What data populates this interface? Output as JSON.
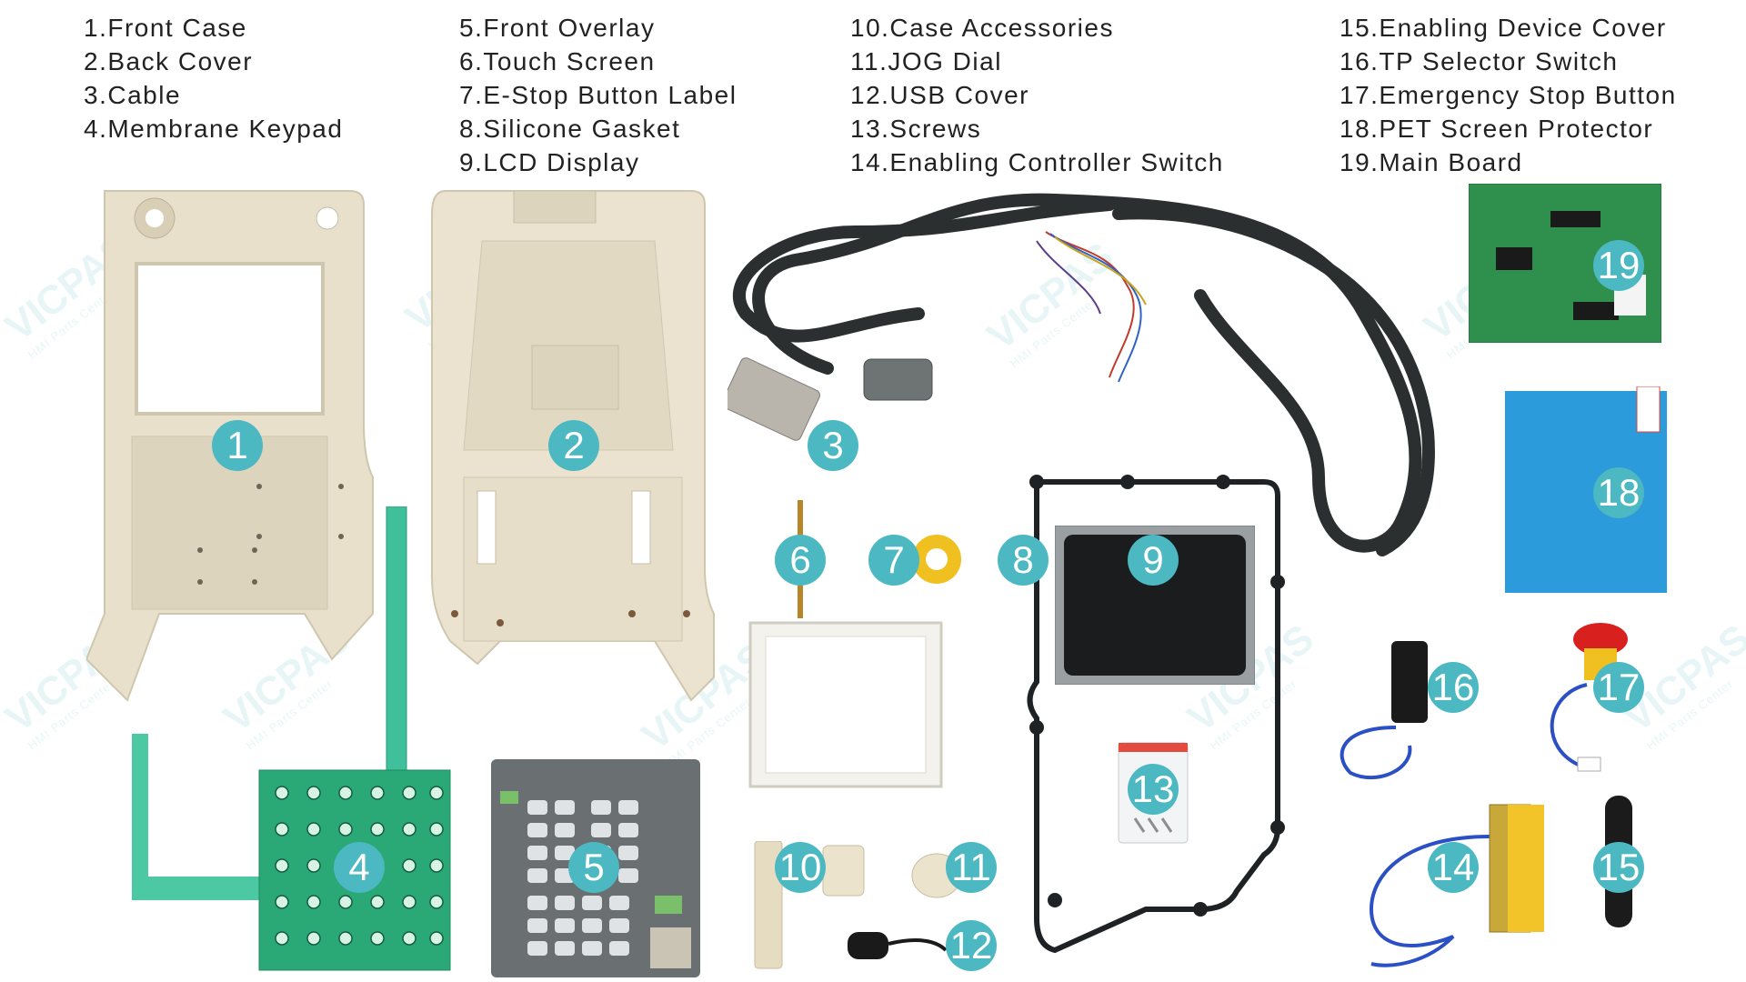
{
  "legend": {
    "col1": [
      "1.Front Case",
      "2.Back Cover",
      "3.Cable",
      "4.Membrane Keypad"
    ],
    "col2": [
      "5.Front Overlay",
      "6.Touch Screen",
      "7.E-Stop Button Label",
      "8.Silicone Gasket",
      "9.LCD Display"
    ],
    "col3": [
      "10.Case Accessories",
      "11.JOG Dial",
      "12.USB Cover",
      "13.Screws",
      "14.Enabling Controller Switch"
    ],
    "col4": [
      "15.Enabling Device Cover",
      "16.TP Selector Switch",
      "17.Emergency Stop Button",
      "18.PET Screen Protector",
      "19.Main Board"
    ]
  },
  "badges": [
    "1",
    "2",
    "3",
    "4",
    "5",
    "6",
    "7",
    "8",
    "9",
    "10",
    "11",
    "12",
    "13",
    "14",
    "15",
    "16",
    "17",
    "18",
    "19"
  ],
  "watermark": {
    "brand": "VICPAS",
    "sub": "HMI Parts Center"
  },
  "colors": {
    "badge": "#4bb8c2",
    "case_plastic": "#e8e0cb",
    "pcb_green": "#2aa876",
    "screen_protector": "#2c9bdc"
  },
  "icons": [
    "front-case-photo",
    "back-cover-photo",
    "cable-photo",
    "membrane-keypad-photo",
    "front-overlay-photo",
    "touch-screen-photo",
    "estop-label-photo",
    "silicone-gasket-photo",
    "lcd-display-photo",
    "case-accessories-photo",
    "jog-dial-photo",
    "usb-cover-photo",
    "screws-photo",
    "enabling-switch-photo",
    "enabling-cover-photo",
    "selector-switch-photo",
    "emergency-stop-photo",
    "screen-protector-photo",
    "main-board-photo"
  ]
}
